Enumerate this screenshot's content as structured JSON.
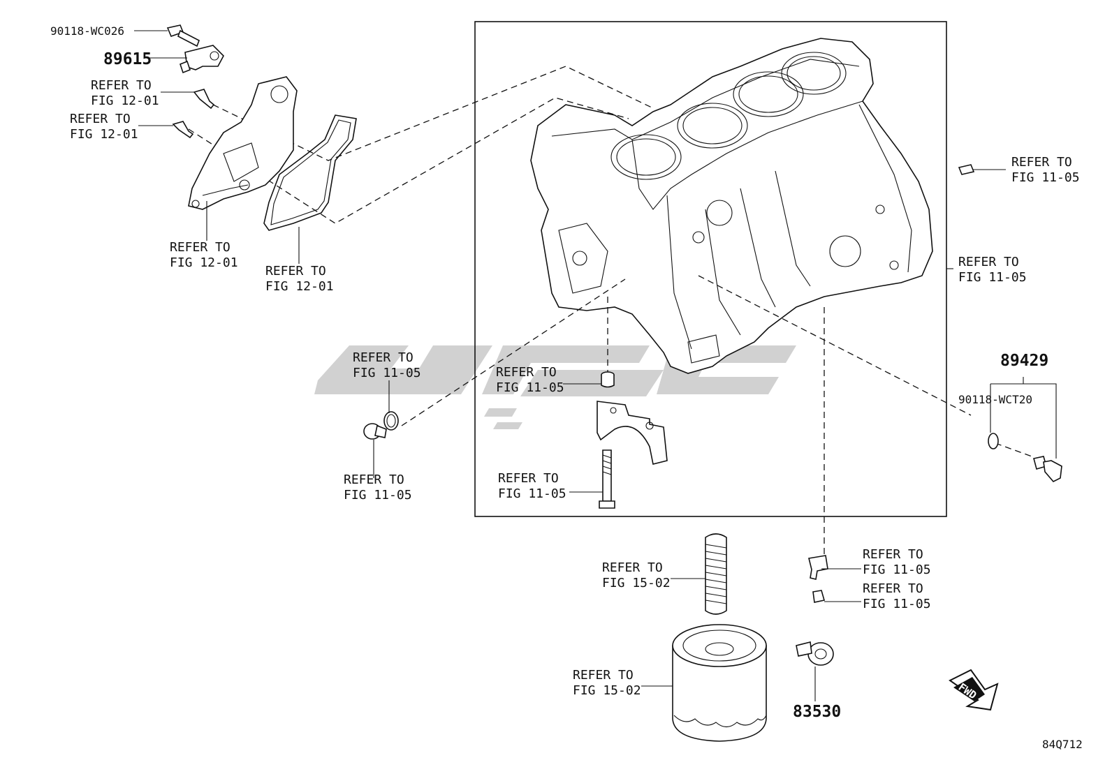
{
  "figure_id": "84Q712",
  "direction_label": "FWD",
  "part_numbers": {
    "bolt_top": "90118-WC026",
    "sensor_top": "89615",
    "sensor_assembly": "89429",
    "sensor_bolt": "90118-WCT20",
    "knock_sensor": "83530"
  },
  "callouts": [
    {
      "line1": "REFER TO",
      "line2": "FIG 12-01"
    },
    {
      "line1": "REFER TO",
      "line2": "FIG 12-01"
    },
    {
      "line1": "REFER TO",
      "line2": "FIG 12-01"
    },
    {
      "line1": "REFER TO",
      "line2": "FIG 12-01"
    },
    {
      "line1": "REFER TO",
      "line2": "FIG 11-05"
    },
    {
      "line1": "REFER TO",
      "line2": "FIG 11-05"
    },
    {
      "line1": "REFER TO",
      "line2": "FIG 11-05"
    },
    {
      "line1": "REFER TO",
      "line2": "FIG 11-05"
    },
    {
      "line1": "REFER TO",
      "line2": "FIG 11-05"
    },
    {
      "line1": "REFER TO",
      "line2": "FIG 11-05"
    },
    {
      "line1": "REFER TO",
      "line2": "FIG 15-02"
    },
    {
      "line1": "REFER TO",
      "line2": "FIG 15-02"
    },
    {
      "line1": "REFER TO",
      "line2": "FIG 11-05"
    },
    {
      "line1": "REFER TO",
      "line2": "FIG 11-05"
    }
  ]
}
